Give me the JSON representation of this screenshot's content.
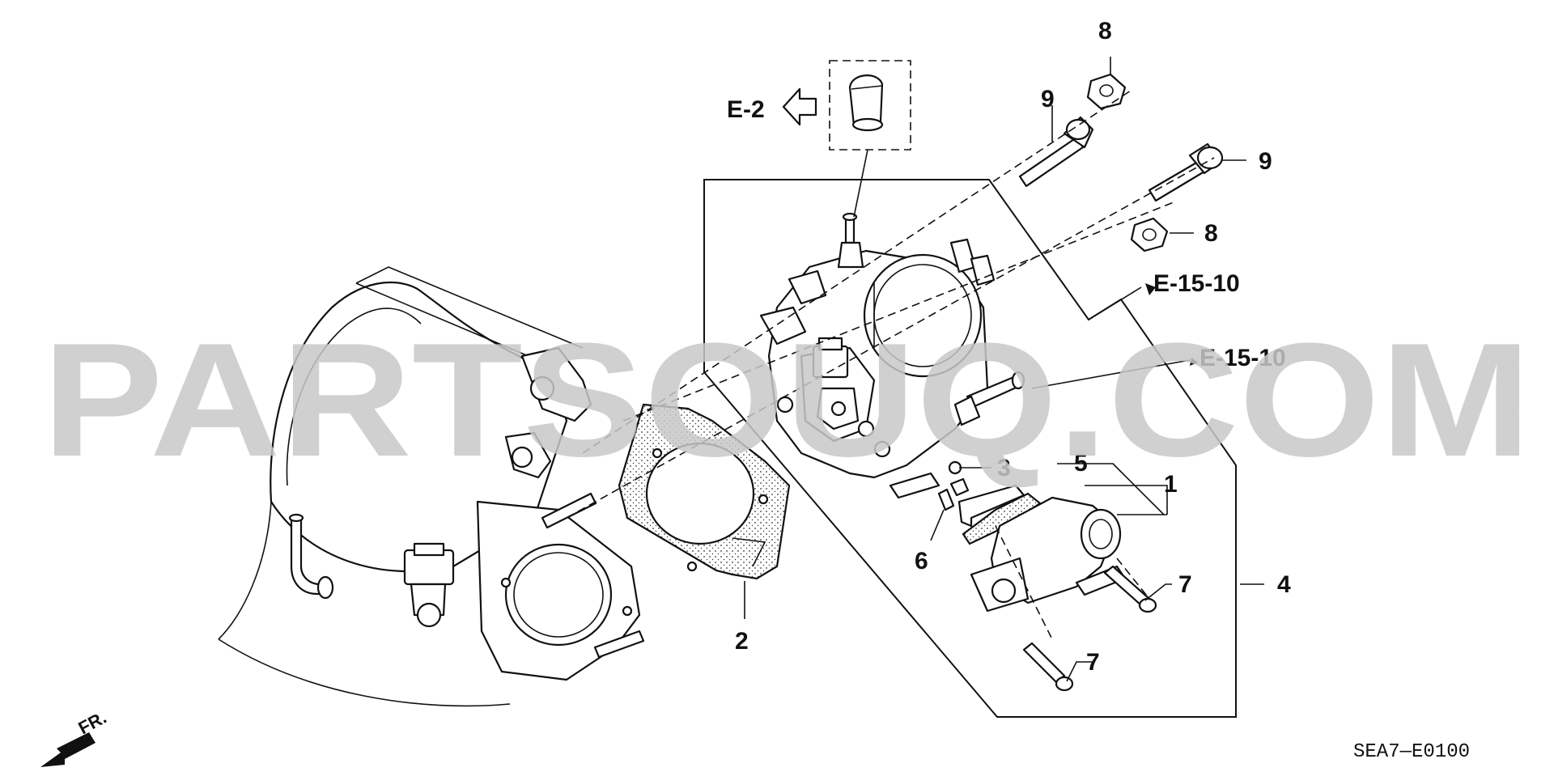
{
  "callouts": {
    "c1": "1",
    "c2": "2",
    "c3": "3",
    "c4": "4",
    "c5": "5",
    "c6": "6",
    "c7a": "7",
    "c7b": "7",
    "c8a": "8",
    "c8b": "8",
    "c9a": "9",
    "c9b": "9"
  },
  "refs": {
    "e2": "E-2",
    "e15_top": "E-15-10",
    "e15_mid": "E-15-10"
  },
  "front": "FR.",
  "diagram_code": "SEA7—E0100",
  "watermark": "PARTSOUQ.COM",
  "colors": {
    "ink": "#111111",
    "watermark": "#c8c8c8",
    "background": "#ffffff"
  }
}
